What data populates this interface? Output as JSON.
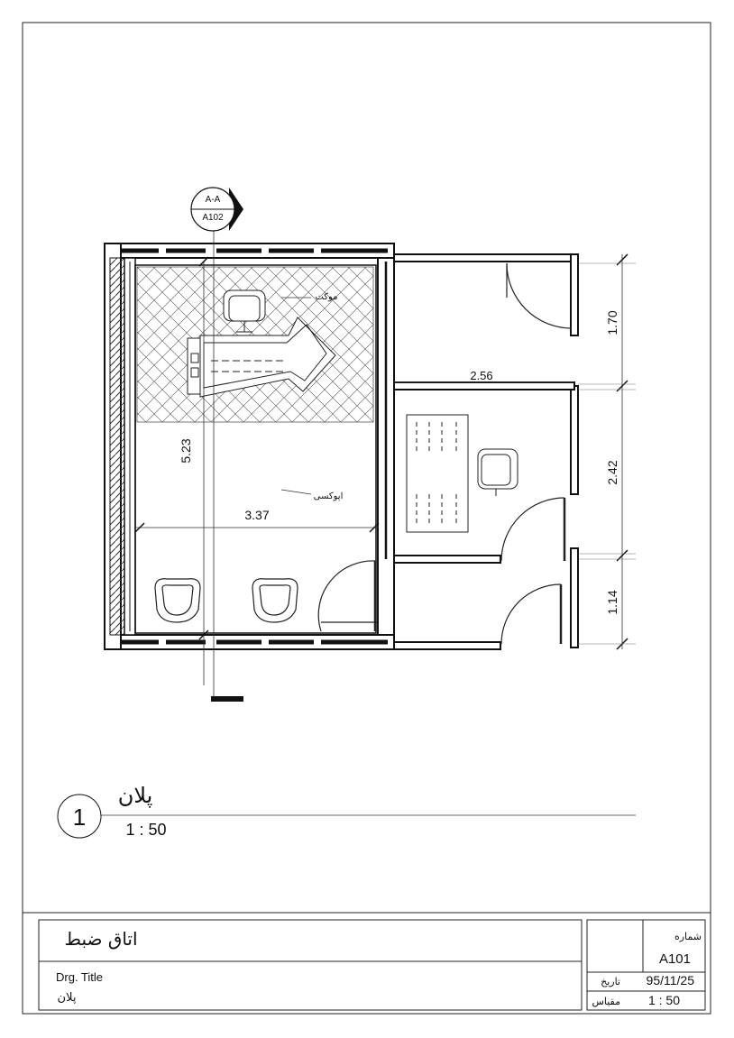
{
  "section_marker": {
    "name": "A-A",
    "sheet": "A102"
  },
  "dimensions": {
    "room_height": "5.23",
    "room_width": "3.37",
    "office_width": "2.56",
    "right_top": "1.70",
    "right_mid": "2.42",
    "right_bottom": "1.14"
  },
  "labels": {
    "carpet": "موکت",
    "epoxy": "اپوکسی"
  },
  "view": {
    "number": "1",
    "title": "پلان",
    "scale": "1 : 50"
  },
  "title_block": {
    "main_title": "اتاق ضبط",
    "drg_title_label": "Drg. Title",
    "drg_title_value": "پلان",
    "number_label": "شماره",
    "number_value": "A101",
    "date_label": "تاریخ",
    "date_value": "95/11/25",
    "scale_label": "مقیاس",
    "scale_value": "1 : 50"
  },
  "colors": {
    "line": "#111111",
    "wall": "#1a1a1a",
    "hatch": "#555555"
  }
}
